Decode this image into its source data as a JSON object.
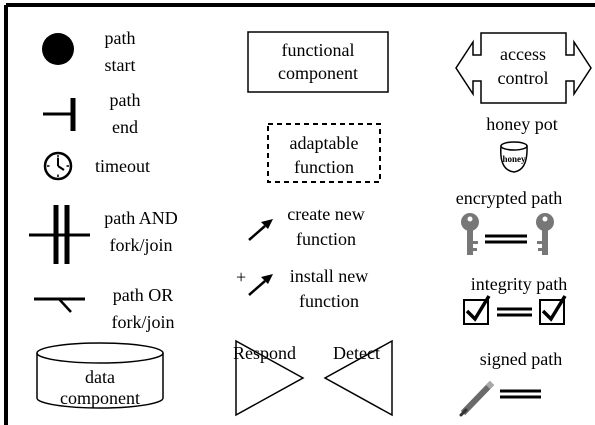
{
  "legend": {
    "path_start": [
      "path",
      "start"
    ],
    "path_end": [
      "path",
      "end"
    ],
    "timeout": "timeout",
    "path_and": [
      "path AND",
      "fork/join"
    ],
    "path_or": [
      "path OR",
      "fork/join"
    ],
    "data_component": [
      "data",
      "component"
    ],
    "functional_component": [
      "functional",
      "component"
    ],
    "adaptable_function": [
      "adaptable",
      "function"
    ],
    "create_new_function": [
      "create new",
      "function"
    ],
    "install_plus": "+",
    "install_new_function": [
      "install new",
      "function"
    ],
    "respond": "Respond",
    "detect": "Detect",
    "access_control": [
      "access",
      "control"
    ],
    "honey_pot": "honey pot",
    "honey_pot_label": "honey",
    "encrypted_path": "encrypted path",
    "integrity_path": "integrity path",
    "signed_path": "signed path"
  },
  "colors": {
    "ink": "#000000",
    "key": "#777777",
    "pencil_body": "#6a6a6a",
    "pencil_tip": "#a8a8a8",
    "background": "#ffffff"
  },
  "icons": [
    "filled-circle-icon",
    "path-end-bar-icon",
    "clock-icon",
    "and-fork-icon",
    "or-fork-icon",
    "cylinder-icon",
    "arrow-icon",
    "double-arrow-box-icon",
    "honey-pot-icon",
    "key-icon",
    "checkbox-icon",
    "pencil-icon"
  ]
}
